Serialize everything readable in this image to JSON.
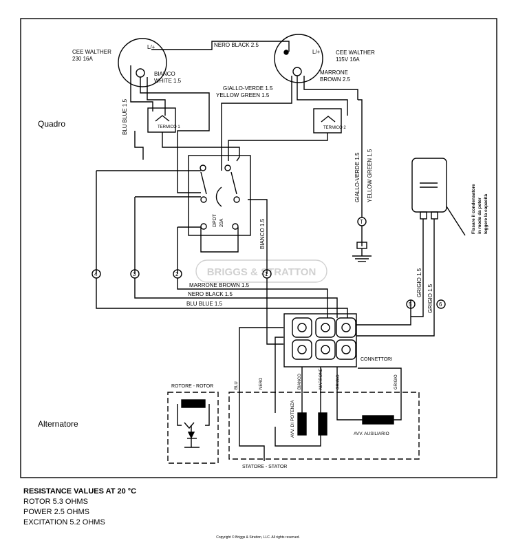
{
  "panel": {
    "label": "Quadro"
  },
  "alternator": {
    "label": "Alternatore"
  },
  "outlets": [
    {
      "line1": "CEE WALTHER",
      "line2": "230 16A",
      "pin": "L/+"
    },
    {
      "line1": "CEE WALTHER",
      "line2": "115V 16A",
      "pin": "L/+"
    }
  ],
  "wires": {
    "nero_black_top": "NERO BLACK 2.5",
    "bianco": "BIANCO",
    "white": "WHITE 1.5",
    "marrone_top": "MARRONE",
    "brown_top": "BROWN 2.5",
    "giallo_verde_h": "GIALLO-VERDE 1.5",
    "yellow_green_h": "YELLOW GREEN 1.5",
    "blu_blue_v": "BLU BLUE 1.5",
    "giallo_verde_v": "GIALLO-VERDE 1.5",
    "yellow_green_v": "YELLOW GREEN 1.5",
    "bianco_v": "BIANCO 1.5",
    "marrone_brown_h": "MARRONE BROWN 1.5",
    "nero_black_h": "NERO BLACK 1.5",
    "blu_blue_h": "BLU BLUE 1.5",
    "grigio_1": "GRIGIO 1.5",
    "grigio_2": "GRIGIO 1.5"
  },
  "thermals": [
    "TERMICO 1",
    "TERMICO 2"
  ],
  "switch": {
    "line1": "DPDT",
    "line2": "20A"
  },
  "capacitor_note": [
    "Fissare il condensatore",
    "in modo da poter",
    "leggere la capacità"
  ],
  "connector": {
    "label": "CONNETTORI"
  },
  "terminals": [
    "4",
    "3",
    "2",
    "1",
    "5",
    "6",
    "T"
  ],
  "rotor": {
    "label": "ROTORE - ROTOR"
  },
  "stator": {
    "label": "STATORE - STATOR"
  },
  "stator_leads": [
    "BLU",
    "NERO",
    "BIANCO",
    "MARRONE",
    "GRIGIO",
    "GRIGIO"
  ],
  "windings": {
    "power": "AVV. DI POTENZA",
    "aux": "AVV. AUSILIARIO"
  },
  "watermark": "BRIGGS & STRATTON",
  "notes": {
    "heading": "RESISTANCE VALUES AT 20 °C",
    "lines": [
      "ROTOR 5.3 OHMS",
      "POWER 2.5 OHMS",
      "EXCITATION 5.2 OHMS"
    ]
  },
  "copyright": "Copyright © Briggs & Stratton, LLC. All rights reserved."
}
